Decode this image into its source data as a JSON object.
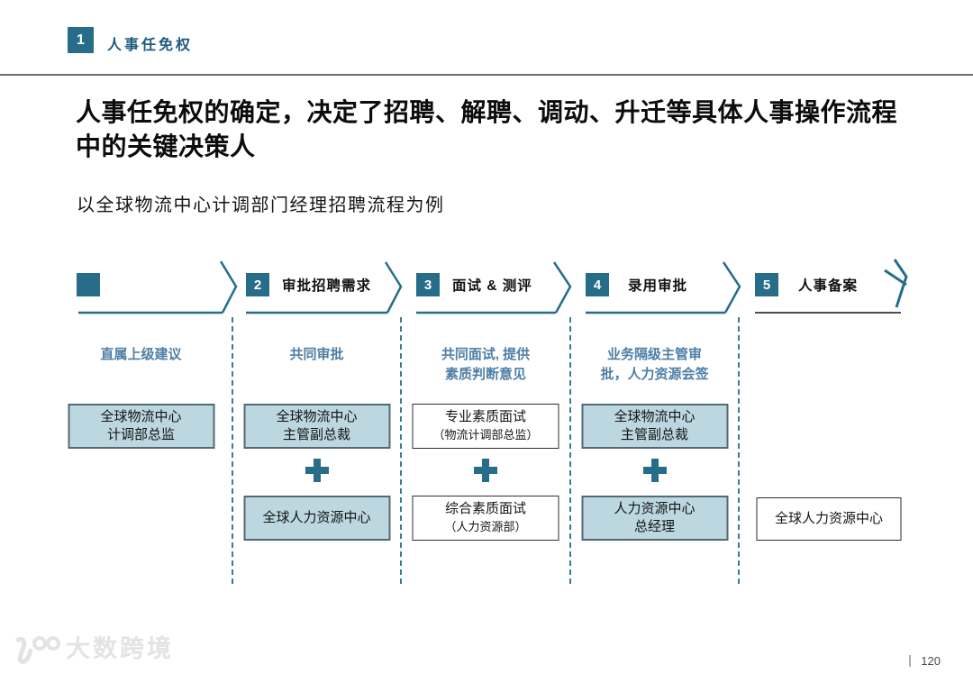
{
  "colors": {
    "teal_accent": "#276d8a",
    "light_blue_fill": "#bcd7e0",
    "section_label_text": "#1e5b7d",
    "role_header_text": "#4e7fa6",
    "divider_gray": "#6e6e6e"
  },
  "icons": {
    "plus_icon": "+",
    "step_chevron_icon": ">",
    "watermark_logo_icon": "100-glasses-mark"
  },
  "header": {
    "badge": "1",
    "section": "人事任免权"
  },
  "title": {
    "line1": "人事任免权的确定，决定了招聘、解聘、调动、升迁等具体人事操作流程",
    "line2": "中的关键决策人"
  },
  "subtitle": "以全球物流中心计调部门经理招聘流程为例",
  "steps": [
    {
      "num": "",
      "label": ""
    },
    {
      "num": "2",
      "label": "审批招聘需求"
    },
    {
      "num": "3",
      "label": "面试 & 测评"
    },
    {
      "num": "4",
      "label": "录用审批"
    },
    {
      "num": "5",
      "label": "人事备案"
    }
  ],
  "columns": [
    {
      "role_line1": "直属上级建议",
      "role_line2": "",
      "box1": {
        "line1": "全球物流中心",
        "line2": "计调部总监"
      }
    },
    {
      "role_line1": "共同审批",
      "role_line2": "",
      "box1": {
        "line1": "全球物流中心",
        "line2": "主管副总裁"
      },
      "box2": {
        "line1": "全球人力资源中心",
        "line2": ""
      }
    },
    {
      "role_line1": "共同面试, 提供",
      "role_line2": "素质判断意见",
      "box1": {
        "line1": "专业素质面试",
        "line2": "（物流计调部总监）"
      },
      "box2": {
        "line1": "综合素质面试",
        "line2": "（人力资源部）"
      }
    },
    {
      "role_line1": "业务隔级主管审",
      "role_line2": "批，人力资源会签",
      "box1": {
        "line1": "全球物流中心",
        "line2": "主管副总裁"
      },
      "box2": {
        "line1": "人力资源中心",
        "line2": "总经理"
      }
    },
    {
      "role_line1": "",
      "role_line2": "",
      "box2": {
        "line1": "全球人力资源中心",
        "line2": ""
      }
    }
  ],
  "footer": {
    "watermark": "大数跨境",
    "page_number": "120"
  }
}
